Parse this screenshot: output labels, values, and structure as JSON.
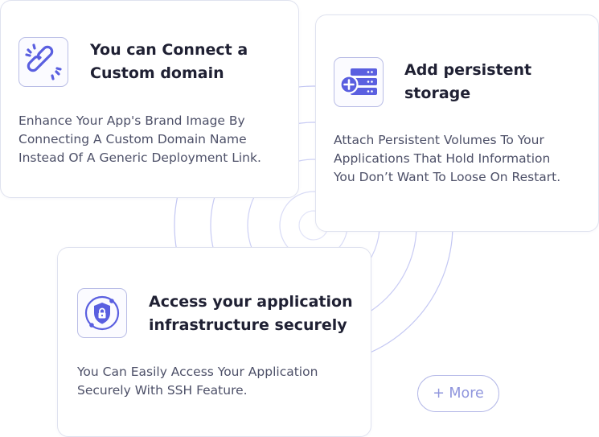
{
  "features": {
    "custom_domain": {
      "icon": "link-icon",
      "title": "You can Connect a\nCustom domain",
      "description": "Enhance Your App's Brand Image By\nConnecting A Custom Domain Name\nInstead Of A Generic Deployment Link."
    },
    "persistent_storage": {
      "icon": "storage-add-icon",
      "title": "Add persistent\nstorage",
      "description": "Attach Persistent Volumes To Your\nApplications That Hold Information\nYou Don’t Want To Loose On Restart."
    },
    "secure_access": {
      "icon": "shield-lock-icon",
      "title": "Access your application\ninfrastructure securely",
      "description": "You Can Easily Access Your Application\nSecurely With SSH Feature."
    }
  },
  "more_button": {
    "label": "+ More"
  },
  "colors": {
    "accent": "#5a5fe0",
    "icon_border": "#b9bde6",
    "ring": "#c8cbf4",
    "title": "#1f2033",
    "text": "#4d5068",
    "more_text": "#8f95dd"
  }
}
